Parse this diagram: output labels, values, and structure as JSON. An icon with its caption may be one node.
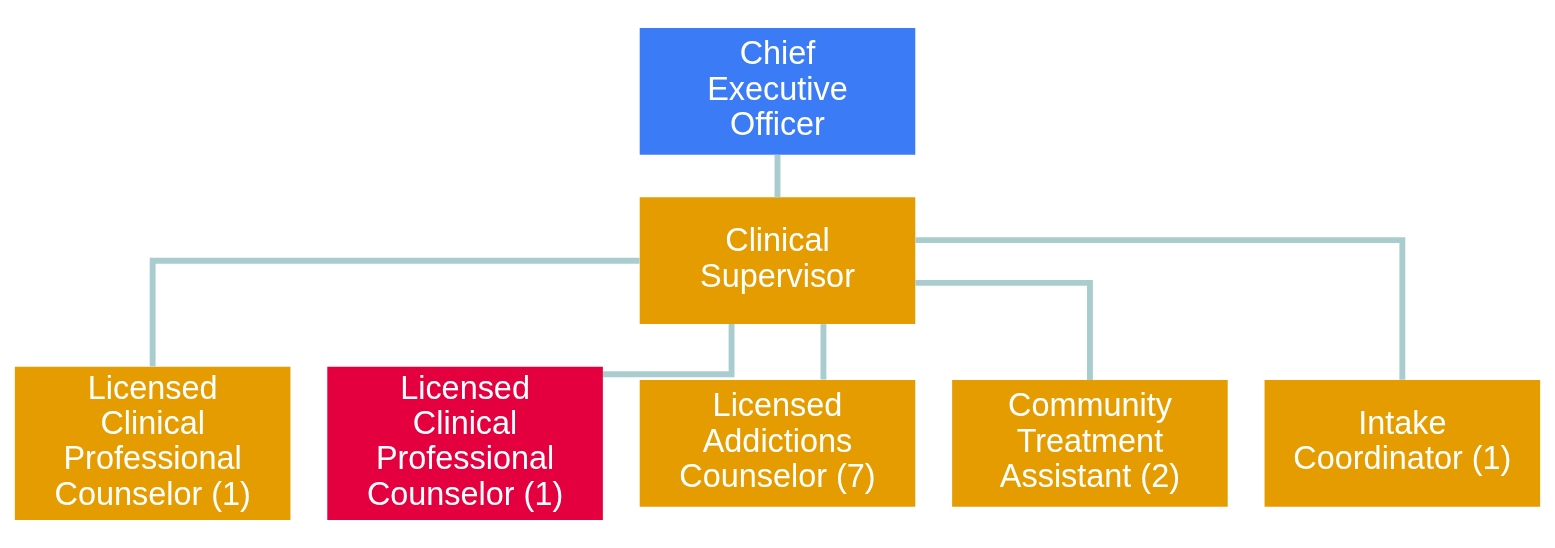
{
  "diagram": {
    "nodes": [
      {
        "text": [
          "Chief Executive Officer"
        ]
      },
      {
        "text": [
          "Clinical Supervisor"
        ]
      },
      {
        "text": [
          "Licensed Clinical Professional Counselor (1)"
        ]
      },
      {
        "text": [
          "Licensed Clinical Professional Counselor (1)"
        ]
      },
      {
        "text": [
          "Licensed Addictions Counselor (7)"
        ]
      },
      {
        "text": [
          "Community Treatment Assistant (2)"
        ]
      },
      {
        "text": [
          "Intake Coordinator (1)"
        ]
      }
    ],
    "edges": [
      {
        "from": 0,
        "to": 1,
        "arrow": "none"
      },
      {
        "from": 1,
        "to": 2,
        "arrow": "none"
      },
      {
        "from": 1,
        "to": 3,
        "arrow": "none"
      },
      {
        "from": 1,
        "to": 4,
        "arrow": "none"
      },
      {
        "from": 1,
        "to": 5,
        "arrow": "none"
      },
      {
        "from": 1,
        "to": 6,
        "arrow": "none"
      }
    ]
  }
}
